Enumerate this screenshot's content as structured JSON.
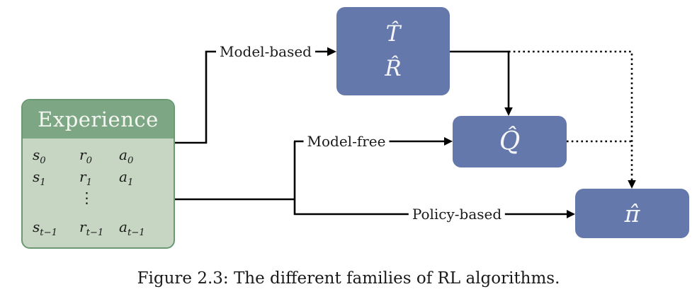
{
  "figure": {
    "experience": {
      "title": "Experience",
      "rows": [
        [
          {
            "base": "s",
            "sub": "0"
          },
          {
            "base": "r",
            "sub": "0"
          },
          {
            "base": "a",
            "sub": "0"
          }
        ],
        [
          {
            "base": "s",
            "sub": "1"
          },
          {
            "base": "r",
            "sub": "1"
          },
          {
            "base": "a",
            "sub": "1"
          }
        ],
        [
          {
            "base": "s",
            "sub": "t−1"
          },
          {
            "base": "r",
            "sub": "t−1"
          },
          {
            "base": "a",
            "sub": "t−1"
          }
        ]
      ],
      "vdots": "⋮"
    },
    "nodes": {
      "model": {
        "line1": "T̂",
        "line2": "R̂"
      },
      "q": {
        "symbol": "Q̂"
      },
      "pi": {
        "symbol": "π̂"
      }
    },
    "edges": {
      "model_based_label": "Model-based",
      "model_free_label": "Model-free",
      "policy_based_label": "Policy-based"
    },
    "caption": "Figure 2.3: The different families of RL algorithms."
  },
  "colors": {
    "node_blue": "#6478ab",
    "experience_header": "#7da685",
    "experience_body": "#c6d6c3",
    "experience_border": "#699873",
    "line_black": "#000000"
  }
}
